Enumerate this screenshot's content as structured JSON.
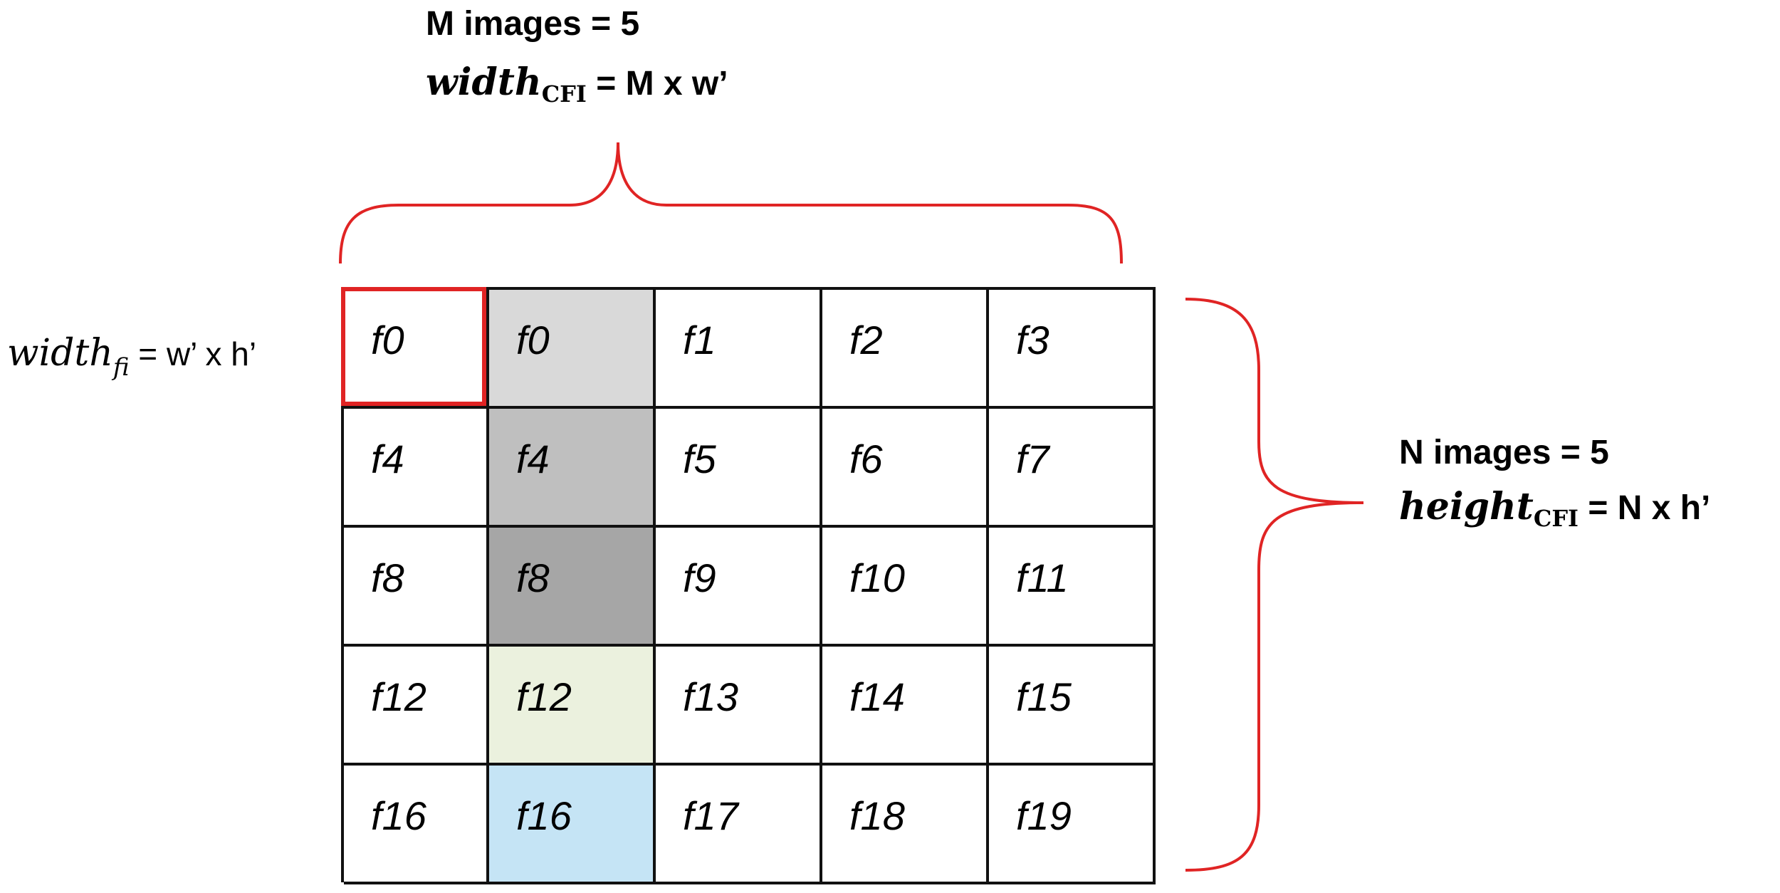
{
  "top_label": {
    "line1": "M images = 5",
    "line2_var": "width",
    "line2_sub": "CFI",
    "line2_rest": " = M x w’"
  },
  "right_label": {
    "line1": "N images = 5",
    "line2_var": "height",
    "line2_sub": "CFI",
    "line2_rest": " = N x h’"
  },
  "left_label": {
    "var": "width",
    "sub": "fi",
    "rest": " = w’ x h’"
  },
  "colors": {
    "brace": "#e02424",
    "highlight_border": "#e02424",
    "col2_row1": "#d9d9d9",
    "col2_row2": "#bfbfbf",
    "col2_row3": "#a6a6a6",
    "col2_row4": "#ebf1de",
    "col2_row5": "#c5e4f5"
  },
  "grid": {
    "rows": [
      [
        "f0",
        "f0",
        "f1",
        "f2",
        "f3"
      ],
      [
        "f4",
        "f4",
        "f5",
        "f6",
        "f7"
      ],
      [
        "f8",
        "f8",
        "f9",
        "f10",
        "f11"
      ],
      [
        "f12",
        "f12",
        "f13",
        "f14",
        "f15"
      ],
      [
        "f16",
        "f16",
        "f17",
        "f18",
        "f19"
      ]
    ]
  }
}
